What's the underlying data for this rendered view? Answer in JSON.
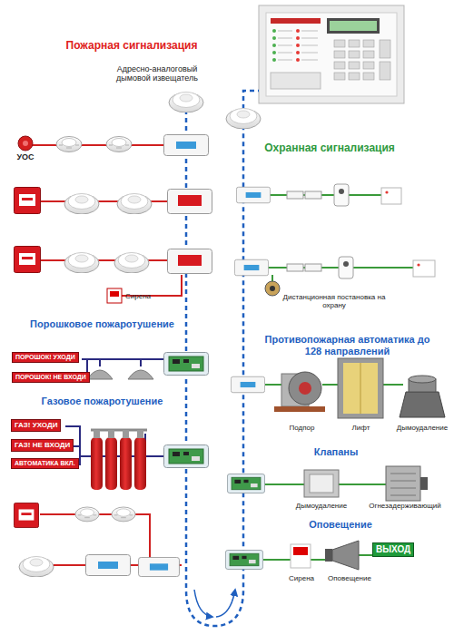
{
  "diagram": {
    "nodes": [
      {
        "text": [
          "ПОРОШОК! УХОДИ"
        ]
      },
      {
        "text": [
          "ПОРОШОК! НЕ ВХОДИ"
        ]
      },
      {
        "text": [
          "ГАЗ! УХОДИ"
        ]
      },
      {
        "text": [
          "ГАЗ! НЕ ВХОДИ"
        ]
      },
      {
        "text": [
          "АВТОМАТИКА ВКЛ."
        ]
      },
      {
        "text": [
          "ВЫХОД"
        ]
      }
    ],
    "labels": [
      "Пожарная сигнализация",
      "Адресно-аналоговый дымовой извещатель",
      "УОС",
      "Сирена",
      "Охранная сигнализация",
      "Дистанционная постановка на охрану",
      "Порошковое пожаротушение",
      "Противопожарная автоматика до 128 направлений",
      "Газовое пожаротушение",
      "Подпор",
      "Лифт",
      "Дымоудаление",
      "Клапаны",
      "Дымоудаление",
      "Огнезадерживающий",
      "Оповещение",
      "Сирена",
      "Оповещение"
    ]
  }
}
